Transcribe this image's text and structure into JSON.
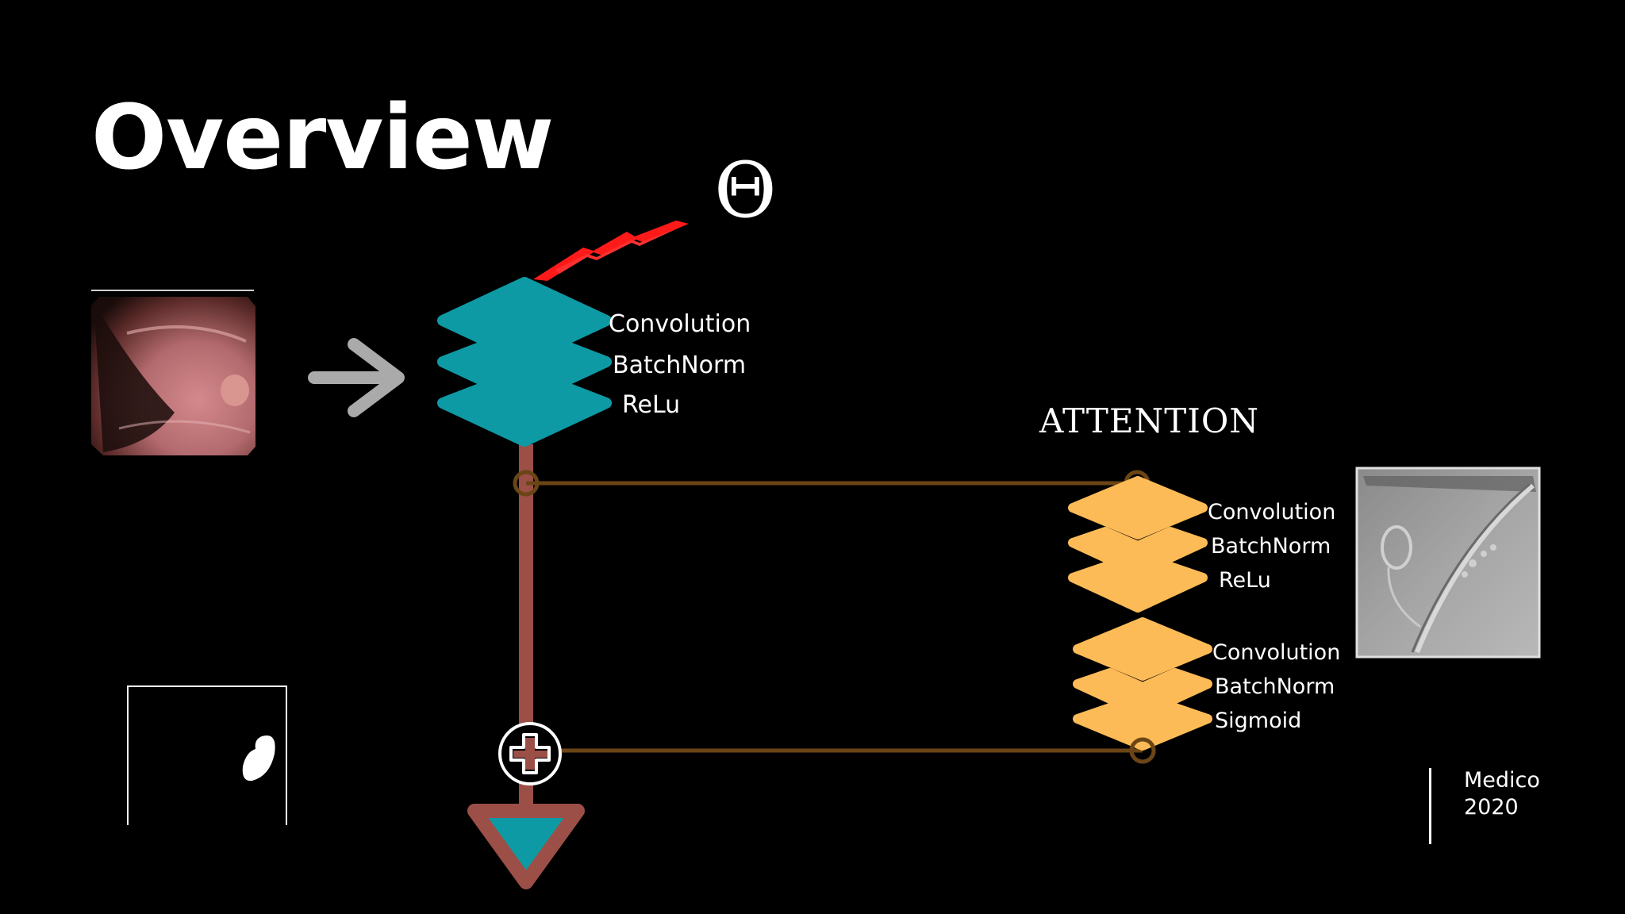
{
  "slide": {
    "title": "Overview",
    "theta_symbol": "Θ",
    "footer": {
      "name": "Medico",
      "year": "2020"
    }
  },
  "encoder_block": {
    "color": "#0e9aa5",
    "labels": [
      "Convolution",
      "BatchNorm",
      "ReLu"
    ]
  },
  "attention": {
    "title": "ATTENTION",
    "color": "#fdbb57",
    "block1_labels": [
      "Convolution",
      "BatchNorm",
      "ReLu"
    ],
    "block2_labels": [
      "Convolution",
      "BatchNorm",
      "Sigmoid"
    ]
  },
  "colors": {
    "background": "#000000",
    "main_path": "#9b4f47",
    "skip_line": "#6b4516",
    "arrow": "#aaaaaa",
    "spark": "#ff1a1a"
  },
  "icons": {
    "input_arrow": "right-arrow-icon",
    "add": "plus-circle-icon",
    "output": "down-triangle-icon",
    "spark": "lightning-icon"
  }
}
